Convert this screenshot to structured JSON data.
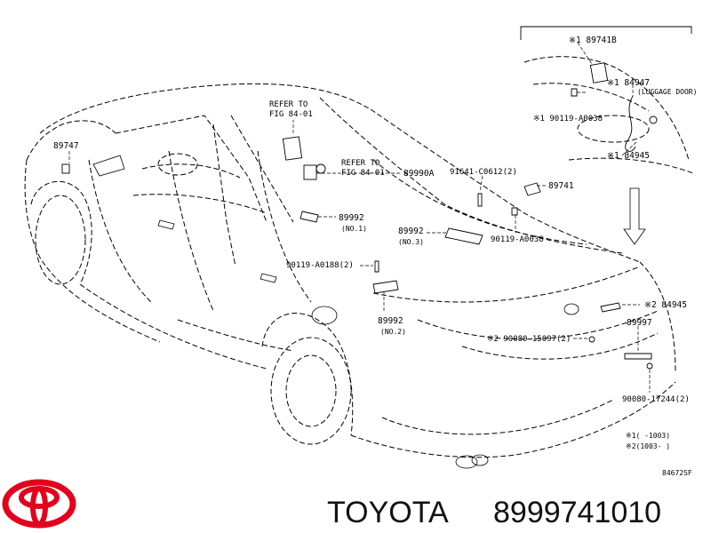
{
  "labels": {
    "refer1_a": "REFER TO",
    "refer1_b": "FIG 84-01",
    "refer2_a": "REFER TO",
    "refer2_b": "FIG 84-01",
    "p89990a": "89990A",
    "p89747": "89747",
    "p89741b": "※1 89741B",
    "p84947": "※1 84947",
    "p84947_sub": "(LUGGAGE DOOR)",
    "p90119_a0038_top": "※1 90119-A0038",
    "p84945_top": "※1 84945",
    "p91641": "91641-C0612(2)",
    "p89741": "89741",
    "p90119_a0038": "90119-A0038",
    "p89992_no1": "89992",
    "p89992_no1_sub": "(NO.1)",
    "p89992_no3": "89992",
    "p89992_no3_sub": "(NO.3)",
    "p90119_a0188": "90119-A0188(2)",
    "p89992_no2": "89992",
    "p89992_no2_sub": "(NO.2)",
    "p84945_right": "※2 84945",
    "p89997": "89997",
    "p90080_15097": "※2 90080-15097(2)",
    "p90080_17244": "90080-17244(2)",
    "legend1": "※1(    -1003)",
    "legend2": "※2(1003-    )",
    "figure_code": "84672SF"
  },
  "footer": {
    "brand": "TOYOTA",
    "part_number": "8999741010"
  },
  "colors": {
    "line": "#000000",
    "logo_red": "#e3001b",
    "background": "#ffffff"
  },
  "icons": {
    "logo": "toyota-logo",
    "arrow": "down-arrow-icon"
  }
}
